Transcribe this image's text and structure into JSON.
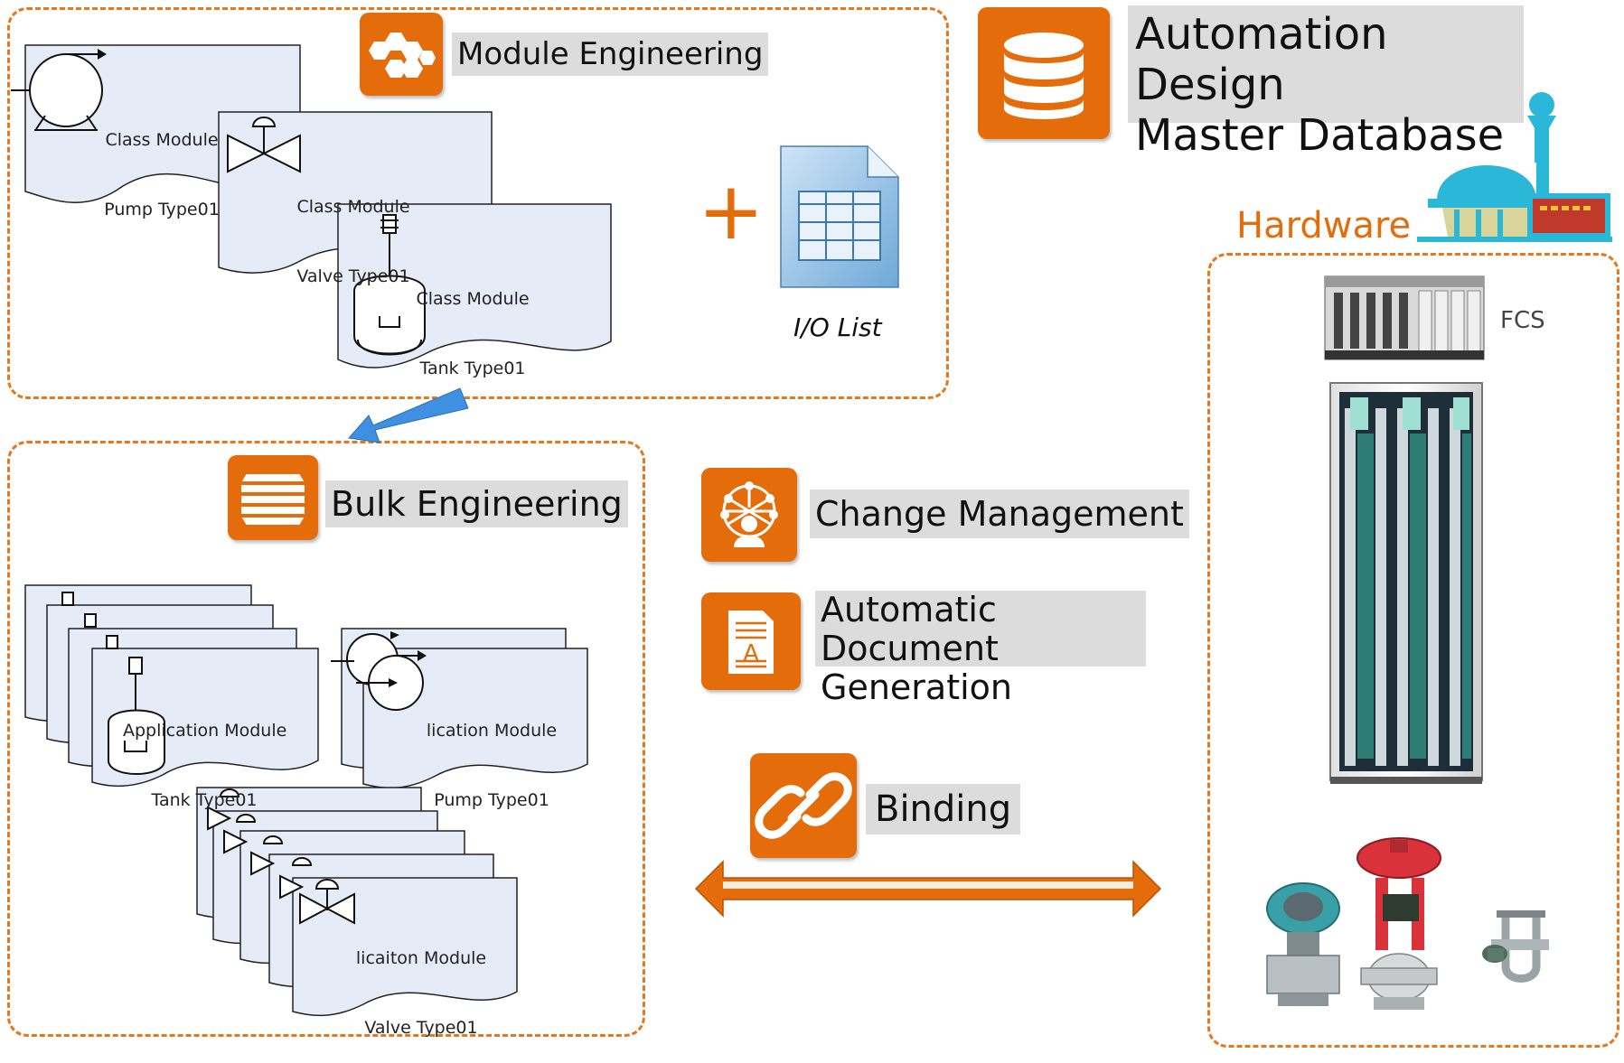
{
  "colors": {
    "accent": "#e46c0a",
    "dash_border": "#e8761a",
    "doc_fill": "#e6ecf7",
    "arrow_blue": "#3f90e0",
    "label_bg": "#dcdcdc"
  },
  "database": {
    "icon": "database-icon",
    "title_line1": "Automation Design",
    "title_line2": "Master Database"
  },
  "module_engineering": {
    "icon": "hexagon-cluster-icon",
    "title": "Module Engineering",
    "class_modules": [
      {
        "line1": "Class Module",
        "line2": "Pump Type01",
        "symbol": "pump-icon"
      },
      {
        "line1": "Class Module",
        "line2": "Valve Type01",
        "symbol": "valve-icon"
      },
      {
        "line1": "Class Module",
        "line2": "Tank Type01",
        "symbol": "tank-icon"
      }
    ],
    "plus": "+",
    "io_list_label": "I/O List"
  },
  "bulk_engineering": {
    "icon": "layers-icon",
    "title": "Bulk Engineering",
    "app_modules": [
      {
        "line1": "Application Module",
        "line2": "Tank Type01",
        "symbol": "tank-icon"
      },
      {
        "line1": "lication Module",
        "line2": "Pump Type01",
        "symbol": "pump-icon"
      },
      {
        "line1": "licaiton Module",
        "line2": "Valve Type01",
        "symbol": "valve-icon"
      }
    ]
  },
  "features": {
    "change_management": {
      "icon": "network-person-icon",
      "label": "Change Management"
    },
    "document_generation": {
      "icon": "document-icon",
      "label_line1": "Automatic Document",
      "label_line2": "Generation"
    },
    "binding": {
      "icon": "chain-link-icon",
      "label": "Binding"
    }
  },
  "hardware": {
    "title": "Hardware",
    "icon": "plant-icon",
    "fcs_label": "FCS"
  }
}
